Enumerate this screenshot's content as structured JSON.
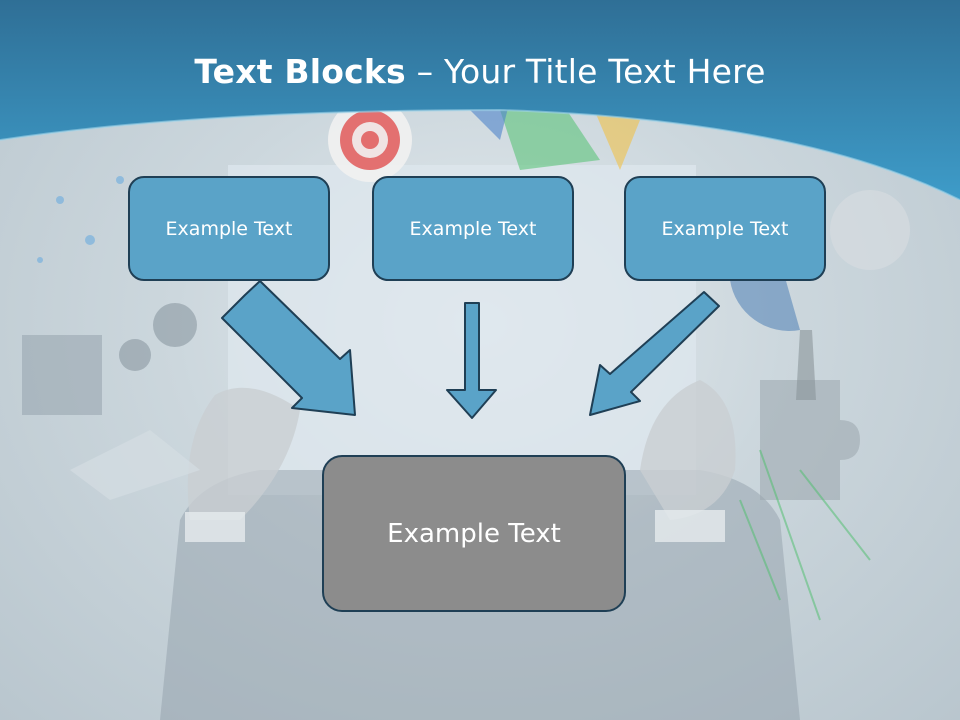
{
  "title": {
    "bold": "Text Blocks",
    "rest": " – Your Title Text Here"
  },
  "blocks": [
    {
      "label": "Example Text"
    },
    {
      "label": "Example Text"
    },
    {
      "label": "Example Text"
    }
  ],
  "main_block": {
    "label": "Example Text"
  },
  "colors": {
    "header_blue": "#3a8fbd",
    "block_fill": "#5aa3c8",
    "block_border": "#1f3f55",
    "main_fill": "#8c8c8c",
    "arrow_fill": "#5aa3c8"
  }
}
